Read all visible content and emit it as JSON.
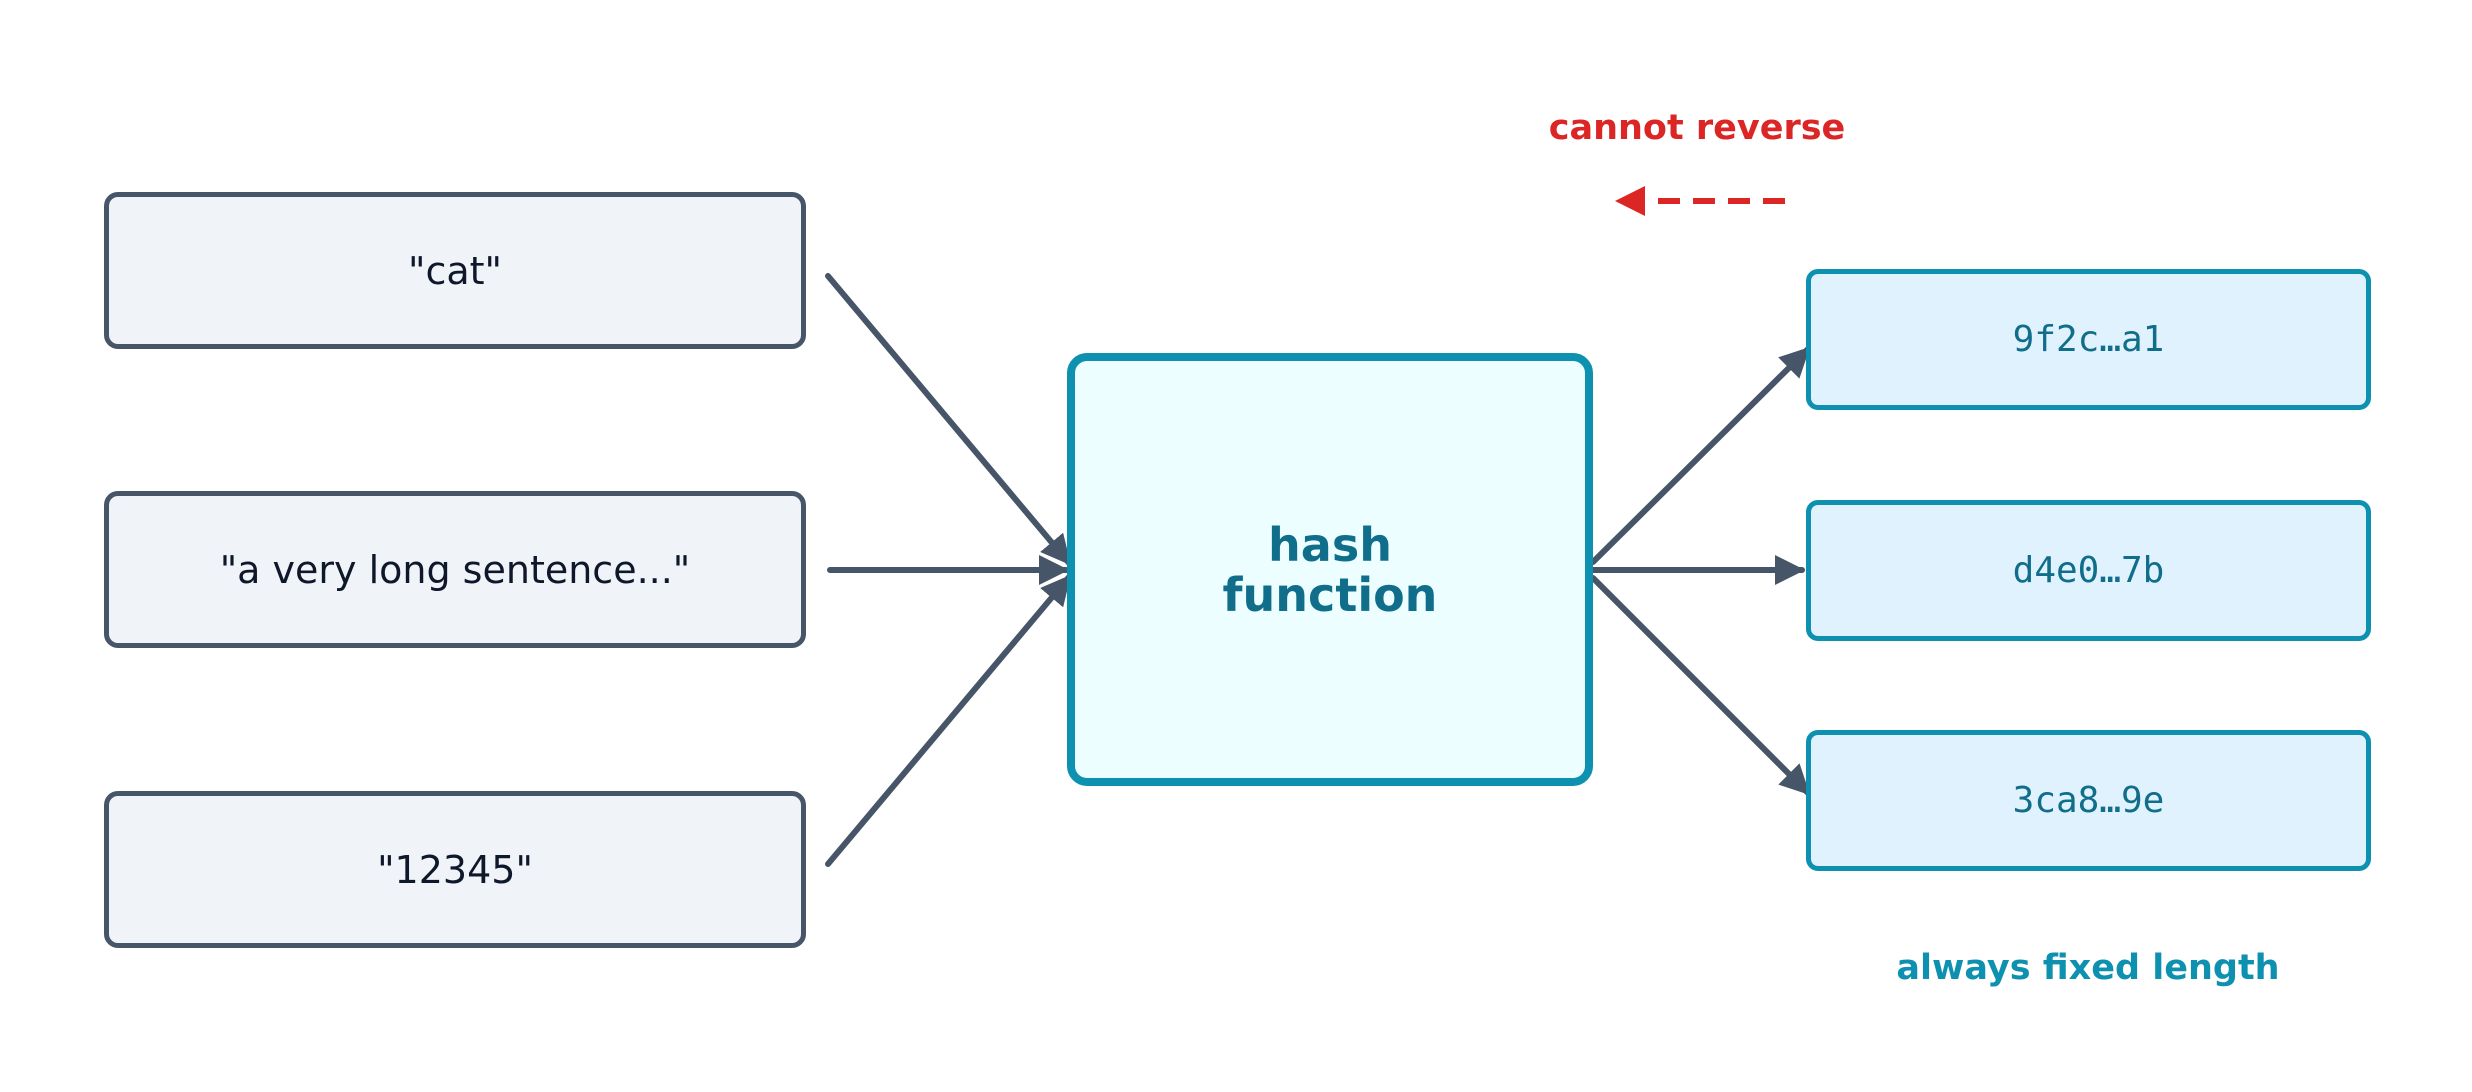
{
  "inputs": [
    {
      "text": "\"cat\""
    },
    {
      "text": "\"a very long sentence...\""
    },
    {
      "text": "\"12345\""
    }
  ],
  "hash_function": {
    "line1": "hash",
    "line2": "function"
  },
  "outputs": [
    {
      "text": "9f2c…a1"
    },
    {
      "text": "d4e0…7b"
    },
    {
      "text": "3ca8…9e"
    }
  ],
  "annotations": {
    "cannot_reverse": "cannot reverse",
    "fixed_length": "always fixed length"
  },
  "colors": {
    "input_border": "#475569",
    "input_fill": "#f0f4f9",
    "hash_border": "#0e90b0",
    "hash_fill": "#ecfeff",
    "output_fill": "#e0f2fe",
    "reverse_arrow": "#dc2626",
    "text_teal": "#106e8a"
  }
}
